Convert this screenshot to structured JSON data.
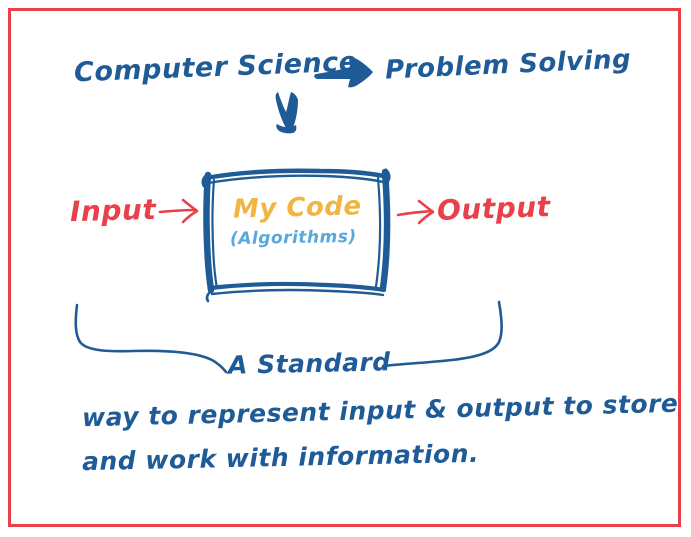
{
  "board": {
    "frame_color": "#e8414a",
    "background": "#ffffff",
    "ink_blue": "#1f5b96",
    "ink_red": "#e8414a",
    "ink_gold": "#f0b543",
    "ink_light_blue": "#58a8dd"
  },
  "diagram": {
    "title_left": "Computer Science",
    "title_right": "Problem Solving",
    "input_label": "Input",
    "input_arrow": "→",
    "output_arrow": "→",
    "output_label": "Output",
    "box_title": "My Code",
    "box_subtitle": "(Algorithms)",
    "brace_label": "A Standard",
    "caption_line_1": "way to represent input & output to store",
    "caption_line_2": "and work with information.",
    "arrow_right_name": "bold-right-arrow",
    "arrow_down_name": "bold-down-arrow",
    "brace_name": "curly-underbrace"
  }
}
